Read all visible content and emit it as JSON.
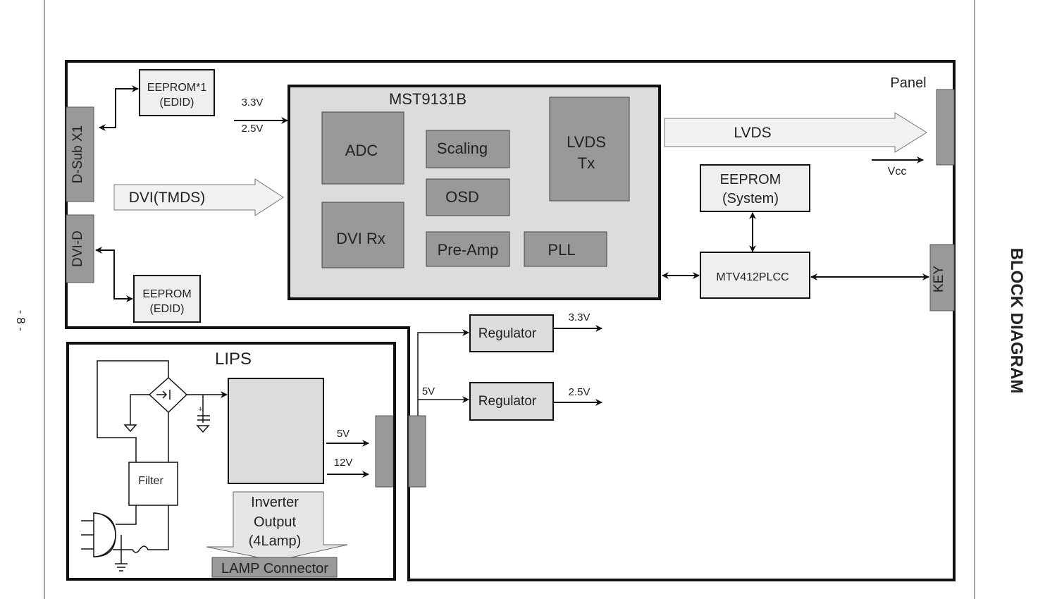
{
  "page": {
    "number_label": "- 8 -",
    "title": "BLOCK DIAGRAM"
  },
  "connectors": {
    "dsub": "D-Sub X1",
    "dvi_d": "DVI-D",
    "panel": "Panel",
    "key": "KEY"
  },
  "eeproms": {
    "dsub_edid": [
      "EEPROM*1",
      "(EDID)"
    ],
    "dvi_edid": [
      "EEPROM",
      "(EDID)"
    ],
    "system": [
      "EEPROM",
      "(System)"
    ]
  },
  "main_chip": {
    "name": "MST9131B",
    "blocks": {
      "adc": "ADC",
      "dvi_rx": "DVI Rx",
      "scaling": "Scaling",
      "osd": "OSD",
      "pre_amp": "Pre-Amp",
      "pll": "PLL",
      "lvds_tx": [
        "LVDS",
        "Tx"
      ]
    }
  },
  "signals": {
    "dvi_tmds": "DVI(TMDS)",
    "lvds": "LVDS",
    "vcc": "Vcc",
    "v33_in": "3.3V",
    "v25_in": "2.5V"
  },
  "mcu": "MTV412PLCC",
  "power": {
    "supply_in": "5V",
    "regulators": [
      {
        "label": "Regulator",
        "output": "3.3V"
      },
      {
        "label": "Regulator",
        "output": "2.5V"
      }
    ]
  },
  "lips": {
    "title": "LIPS",
    "filter": "Filter",
    "out_5v": "5V",
    "out_12v": "12V",
    "inverter": [
      "Inverter",
      "Output",
      "(4Lamp)"
    ],
    "lamp_connector": "LAMP Connector"
  },
  "colors": {
    "block_dark": "#999999",
    "block_light": "#dcdcdc",
    "box_fill": "#efefef",
    "arrow_fill": "#f2f2f2",
    "line": "#111111"
  }
}
